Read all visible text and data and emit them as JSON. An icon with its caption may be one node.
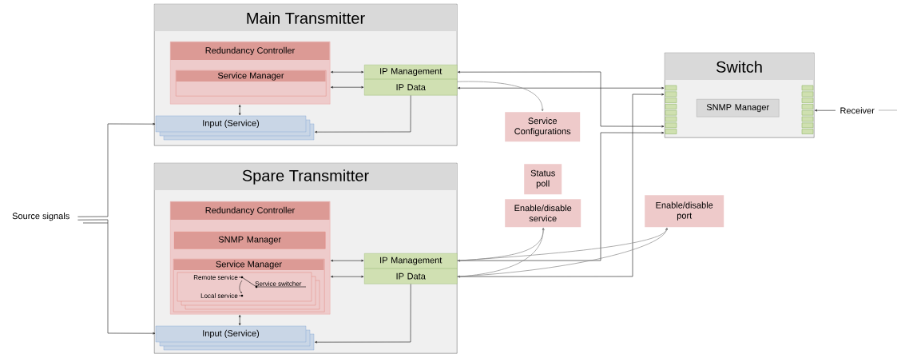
{
  "diagram": {
    "nodes": [
      {
        "text": [
          "Main Transmitter"
        ]
      },
      {
        "text": [
          "Redundancy Controller"
        ],
        "in": 0
      },
      {
        "text": [
          "Service Manager"
        ],
        "in": 1
      },
      {
        "text": [
          "IP Management"
        ],
        "in": 0
      },
      {
        "text": [
          "IP Data"
        ],
        "in": 0
      },
      {
        "text": [
          "Input (Service)"
        ],
        "in": 0
      },
      {
        "text": [
          "Service Configurations"
        ]
      },
      {
        "text": [
          "Switch"
        ]
      },
      {
        "text": [
          "SNMP Manager"
        ],
        "in": 7
      },
      {
        "text": [
          "Spare Transmitter"
        ]
      },
      {
        "text": [
          "Redundancy Controller"
        ],
        "in": 9
      },
      {
        "text": [
          "SNMP Manager"
        ],
        "in": 10
      },
      {
        "text": [
          "Service Manager"
        ],
        "in": 10
      },
      {
        "text": [
          "Remote service",
          "Local service",
          "Service switcher"
        ],
        "in": 12
      },
      {
        "text": [
          "IP Management"
        ],
        "in": 9
      },
      {
        "text": [
          "IP Data"
        ],
        "in": 9
      },
      {
        "text": [
          "Input (Service)"
        ],
        "in": 9
      },
      {
        "text": [
          "Status poll"
        ]
      },
      {
        "text": [
          "Enable/disable service"
        ]
      },
      {
        "text": [
          "Enable/disable port"
        ]
      },
      {
        "text": [
          "Source signals"
        ]
      },
      {
        "text": [
          "Receiver"
        ]
      }
    ],
    "edges": [
      {
        "from": 1,
        "to": 3,
        "arrow": "both"
      },
      {
        "from": 1,
        "to": 4,
        "arrow": "both"
      },
      {
        "from": 1,
        "to": 5,
        "arrow": "both"
      },
      {
        "from": 4,
        "to": 5,
        "arrow": "to"
      },
      {
        "from": 3,
        "to": 7,
        "arrow": "both"
      },
      {
        "from": 4,
        "to": 7,
        "arrow": "both"
      },
      {
        "from": 14,
        "to": 7,
        "arrow": "both"
      },
      {
        "from": 15,
        "to": 7,
        "arrow": "both"
      },
      {
        "from": 4,
        "to": 6,
        "arrow": "to",
        "color": "#888888"
      },
      {
        "from": 14,
        "to": 18,
        "arrow": "to",
        "color": "#888888"
      },
      {
        "from": 15,
        "to": 18,
        "arrow": "to",
        "color": "#888888"
      },
      {
        "from": 14,
        "to": 19,
        "arrow": "to",
        "color": "#888888"
      },
      {
        "from": 15,
        "to": 19,
        "arrow": "to",
        "color": "#888888"
      },
      {
        "from": 20,
        "to": 5,
        "arrow": "to"
      },
      {
        "from": 20,
        "to": 16,
        "arrow": "to"
      },
      {
        "from": 21,
        "to": 7,
        "arrow": "to"
      },
      {
        "from": 10,
        "to": 14,
        "arrow": "both"
      },
      {
        "from": 10,
        "to": 15,
        "arrow": "both"
      },
      {
        "from": 10,
        "to": 16,
        "arrow": "both"
      },
      {
        "from": 15,
        "to": 16,
        "arrow": "to"
      }
    ]
  }
}
